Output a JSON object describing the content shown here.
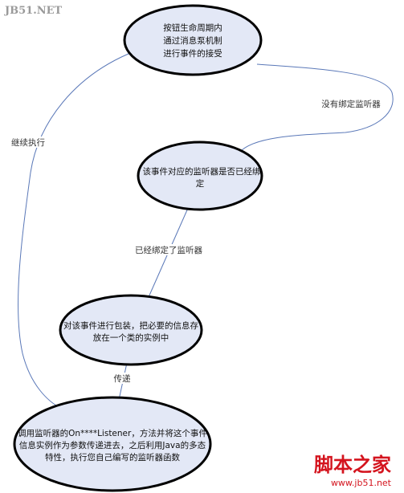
{
  "watermark_top": "JB51.NET",
  "watermark_bottom": {
    "brand": "脚本之家",
    "url": "www.jb51.net"
  },
  "colors": {
    "node_fill": "#e3e8f6",
    "node_stroke": "#000000",
    "edge": "#5a78b8",
    "watermark_red": "#d4141e"
  },
  "nodes": {
    "lifecycle": [
      "按钮生命周期内",
      "通过消息泵机制",
      "进行事件的接受"
    ],
    "check": [
      "该事件对应的监听器是否已经绑",
      "定"
    ],
    "wrap": [
      "对该事件进行包装，把必要的信息存",
      "放在一个类的实例中"
    ],
    "call": [
      "调用监听器的On****Listener，方法并将这个事件",
      "信息实例作为参数传递进去，之后利用Java的多态",
      "特性，执行您自己编写的监听器函数"
    ]
  },
  "edges": {
    "not_bound": "没有绑定监听器",
    "continue": "继续执行",
    "bound": "已经绑定了监听器",
    "pass": "传递"
  }
}
